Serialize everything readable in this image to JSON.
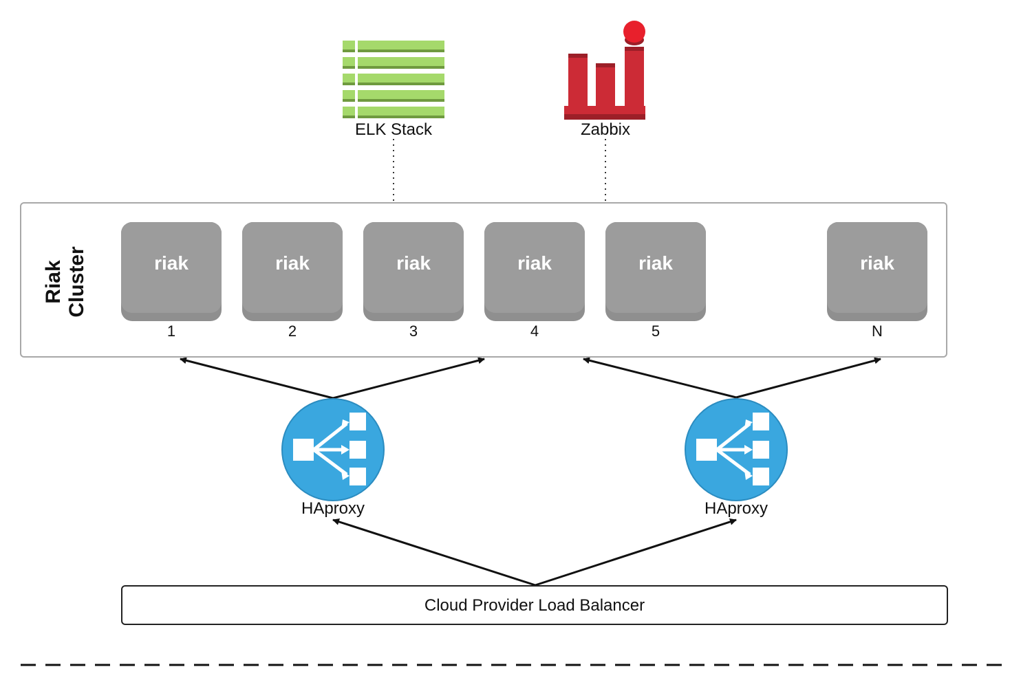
{
  "cluster": {
    "title_line1": "Riak",
    "title_line2": "Cluster",
    "nodes": [
      {
        "label": "riak",
        "number": "1"
      },
      {
        "label": "riak",
        "number": "2"
      },
      {
        "label": "riak",
        "number": "3"
      },
      {
        "label": "riak",
        "number": "4"
      },
      {
        "label": "riak",
        "number": "5"
      },
      {
        "label": "riak",
        "number": "N"
      }
    ]
  },
  "monitoring": {
    "elk_label": "ELK Stack",
    "zabbix_label": "Zabbix"
  },
  "proxies": [
    {
      "label": "HAproxy"
    },
    {
      "label": "HAproxy"
    }
  ],
  "load_balancer": {
    "label": "Cloud Provider Load Balancer"
  },
  "colors": {
    "elk_green": "#a5d96b",
    "zabbix_red": "#cc2b36",
    "haproxy_blue": "#3aa7df",
    "riak_gray": "#9c9c9c"
  }
}
